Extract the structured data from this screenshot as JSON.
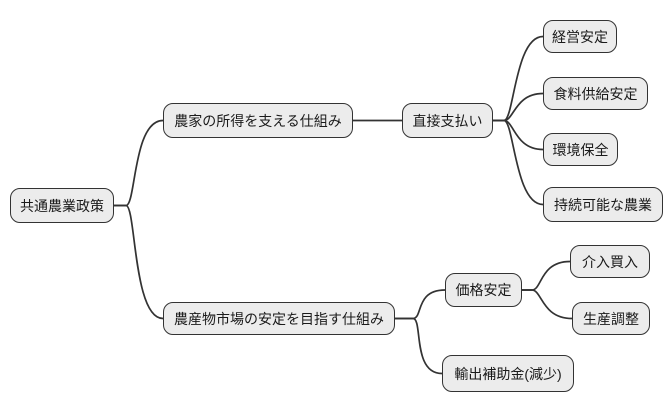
{
  "diagram": {
    "type": "mindmap",
    "direction": "left-to-right",
    "root_label": "共通農業政策"
  },
  "colors": {
    "background": "#FFFFFF",
    "node_fill": "#ECECEC",
    "node_stroke": "#333333",
    "edge_stroke": "#333333",
    "text": "#1A1A1A"
  },
  "nodes": {
    "root": {
      "label": "共通農業政策"
    },
    "income_support": {
      "label": "農家の所得を支える仕組み"
    },
    "direct_payment": {
      "label": "直接支払い"
    },
    "management_stability": {
      "label": "経営安定"
    },
    "food_supply_stability": {
      "label": "食料供給安定"
    },
    "environment_conservation": {
      "label": "環境保全"
    },
    "sustainable_agriculture": {
      "label": "持続可能な農業"
    },
    "market_stability": {
      "label": "農産物市場の安定を目指す仕組み"
    },
    "price_stability": {
      "label": "価格安定"
    },
    "intervention_buying": {
      "label": "介入買入"
    },
    "production_adjustment": {
      "label": "生産調整"
    },
    "export_subsidy": {
      "label": "輸出補助金(減少)"
    }
  },
  "edges": [
    {
      "from": "共通農業政策",
      "to": "農家の所得を支える仕組み"
    },
    {
      "from": "共通農業政策",
      "to": "農産物市場の安定を目指す仕組み"
    },
    {
      "from": "農家の所得を支える仕組み",
      "to": "直接支払い"
    },
    {
      "from": "直接支払い",
      "to": "経営安定"
    },
    {
      "from": "直接支払い",
      "to": "食料供給安定"
    },
    {
      "from": "直接支払い",
      "to": "環境保全"
    },
    {
      "from": "直接支払い",
      "to": "持続可能な農業"
    },
    {
      "from": "農産物市場の安定を目指す仕組み",
      "to": "価格安定"
    },
    {
      "from": "農産物市場の安定を目指す仕組み",
      "to": "輸出補助金(減少)"
    },
    {
      "from": "価格安定",
      "to": "介入買入"
    },
    {
      "from": "価格安定",
      "to": "生産調整"
    }
  ]
}
